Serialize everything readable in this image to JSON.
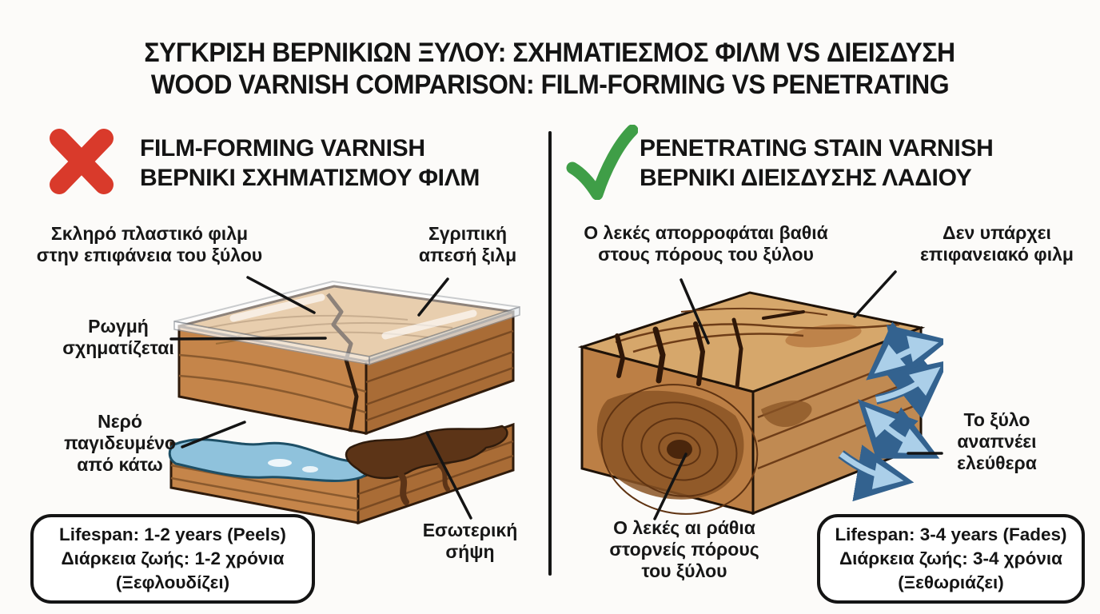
{
  "title": {
    "el": "ΣΥΓΚΡΙΣΗ ΒΕΡΝΙΚΙΩΝ ΞΥΛΟΥ: ΣΧΗΜΑΤΙΕΣΜΟΣ ΦΙΛΜ VS ΔΙΕΙΣΔΥΣΗ",
    "en": "WOOD VARNISH COMPARISON: FILM-FORMING VS PENETRATING"
  },
  "left_panel": {
    "verdict_icon": "x-mark",
    "name_en": "FILM-FORMING VARNISH",
    "name_el": "ΒΕΡΝΙΚΙ ΣΧΗΜΑΤΙΣΜΟΥ ΦΙΛΜ",
    "callouts": {
      "hard_film": "Σκληρό πλαστικό φιλμ\nστην επιφάνεια του ξύλου",
      "glossy": "Σγριπική\nαπεσή ξιλμ",
      "crack": "Ρωγμή\nσχηματίζεται",
      "water": "Νερό\nπαγιδευμένο\nαπό κάτω",
      "rot": "Εσωτερική\nσήψη"
    },
    "lifespan": {
      "en": "Lifespan: 1-2 years (Peels)",
      "el": "Διάρκεια ζωής: 1-2 χρόνια",
      "note": "(Ξεφλουδίζει)"
    }
  },
  "right_panel": {
    "verdict_icon": "check-mark",
    "name_en": "PENETRATING STAIN VARNISH",
    "name_el": "ΒΕΡΝΙΚΙ ΔΙΕΙΣΔΥΣΗΣ ΛΑΔΙΟΥ",
    "callouts": {
      "absorb": "Ο λεκές απορροφάται βαθιά\nστους πόρους του ξύλου",
      "no_film": "Δεν υπάρχει\nεπιφανειακό φιλμ",
      "breathe": "Το ξύλο\nαναπνέει\nελεύθερα",
      "pores": "Ο λεκές αι ράθια\nστορνείς πόρους\nτου ξύλου"
    },
    "lifespan": {
      "en": "Lifespan: 3-4 years (Fades)",
      "el": "Διάρκεια ζωής: 3-4 χρόνια",
      "note": "(Ξεθωριάζει)"
    }
  },
  "colors": {
    "background": "#fcfbf9",
    "ink": "#141414",
    "x_mark_red": "#d93a2b",
    "check_green": "#3f9e47",
    "wood_top": "#d6a76b",
    "wood_front": "#c5854a",
    "wood_side": "#a96c36",
    "water_blue": "#8fc2dc",
    "rot_brown": "#5c3417",
    "stain_brown": "#8a5425",
    "arrow_blue_fill": "#abcfe9",
    "arrow_blue_outline": "#33628f",
    "film_edge_gray": "#8d9299"
  }
}
